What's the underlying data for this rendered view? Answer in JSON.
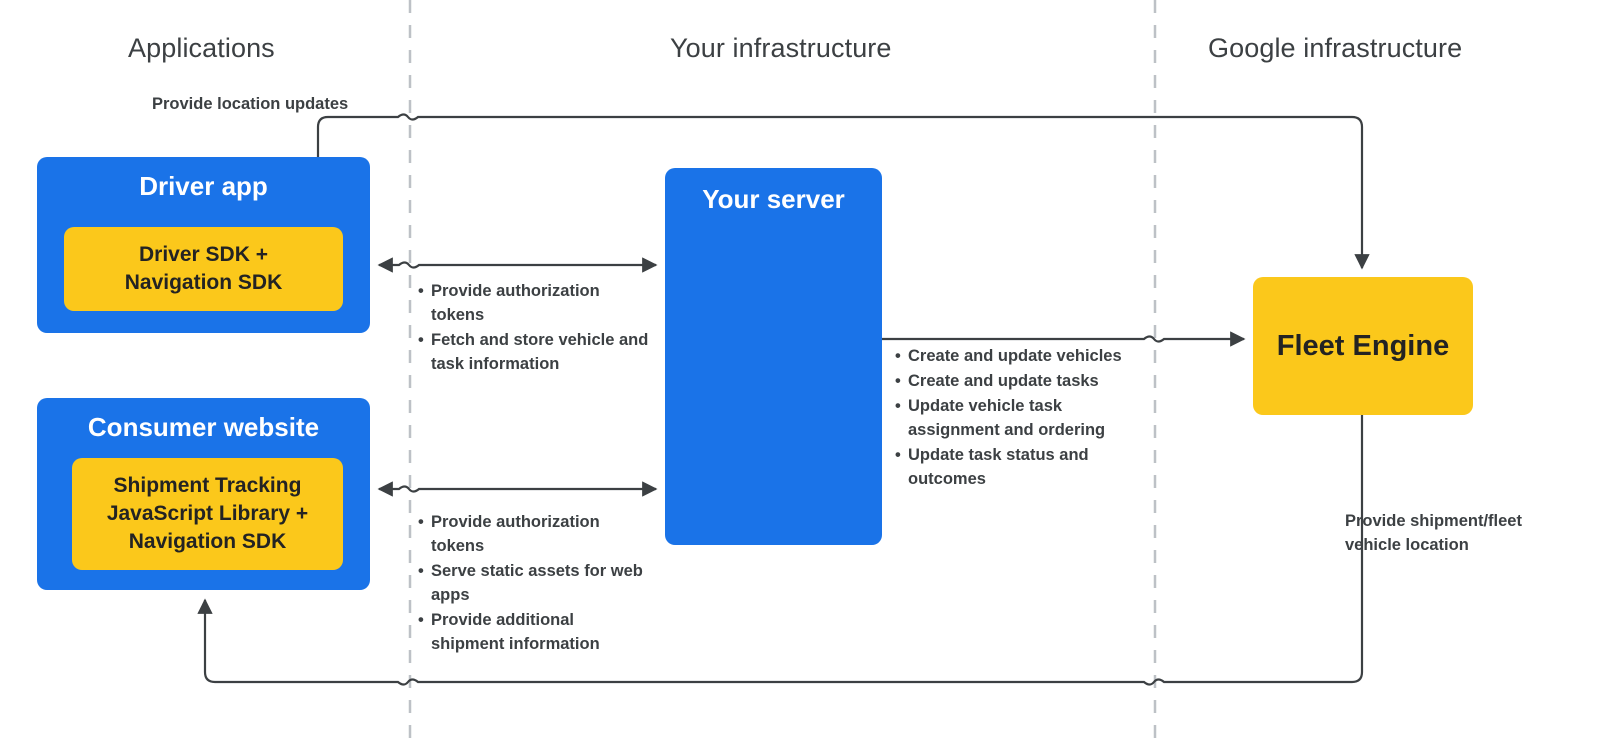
{
  "lanes": [
    {
      "id": "applications",
      "label": "Applications"
    },
    {
      "id": "your-infrastructure",
      "label": "Your infrastructure"
    },
    {
      "id": "google-infrastructure",
      "label": "Google infrastructure"
    }
  ],
  "boxes": {
    "driver_app": {
      "title": "Driver app",
      "inner": "Driver SDK +\nNavigation SDK"
    },
    "consumer_website": {
      "title": "Consumer website",
      "inner": "Shipment Tracking\nJavaScript Library  +\nNavigation SDK"
    },
    "your_server": {
      "title": "Your server"
    },
    "fleet_engine": {
      "title": "Fleet Engine"
    }
  },
  "annotations": {
    "provide_location_updates": "Provide location updates",
    "provide_shipment_location": "Provide shipment/fleet vehicle location",
    "driver_server": [
      "Provide authorization tokens",
      "Fetch and store vehicle and task information"
    ],
    "consumer_server": [
      "Provide authorization tokens",
      "Serve static assets for web apps",
      "Provide additional shipment information"
    ],
    "server_fleet": [
      "Create and update vehicles",
      "Create and update tasks",
      "Update vehicle task assignment and ordering",
      "Update task status and outcomes"
    ]
  },
  "colors": {
    "blue": "#1a73e8",
    "yellow": "#fbc81b",
    "text_dark": "#3c4043",
    "line": "#3c4043",
    "divider": "#bdc1c6"
  }
}
